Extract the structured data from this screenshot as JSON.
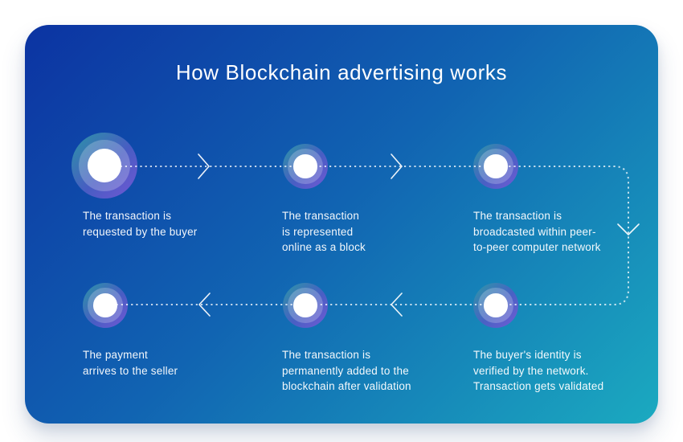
{
  "title": "How Blockchain advertising works",
  "steps": [
    {
      "name": "transaction-requested",
      "lines": [
        "The transaction is",
        "requested by the buyer",
        ""
      ]
    },
    {
      "name": "represented-as-block",
      "lines": [
        "The transaction",
        "is represented",
        "online as a block"
      ]
    },
    {
      "name": "broadcasted-to-network",
      "lines": [
        "The transaction is",
        "broadcasted within peer-",
        "to-peer computer network"
      ]
    },
    {
      "name": "identity-verified",
      "lines": [
        "The buyer's identity is",
        "verified by the network.",
        "Transaction gets validated"
      ]
    },
    {
      "name": "added-to-blockchain",
      "lines": [
        "The transaction is",
        "permanently added to the",
        "blockchain after validation"
      ]
    },
    {
      "name": "payment-arrives",
      "lines": [
        "The payment",
        "arrives to the seller",
        ""
      ]
    }
  ],
  "colors": {
    "card_gradient_start": "#0C33A2",
    "card_gradient_end": "#1BAAC0",
    "node_teal": "#2E9BA6",
    "node_indigo": "#4D5EC5",
    "node_purple": "#7A58D8",
    "connector": "#FFFFFF",
    "text": "#FFFFFF"
  }
}
